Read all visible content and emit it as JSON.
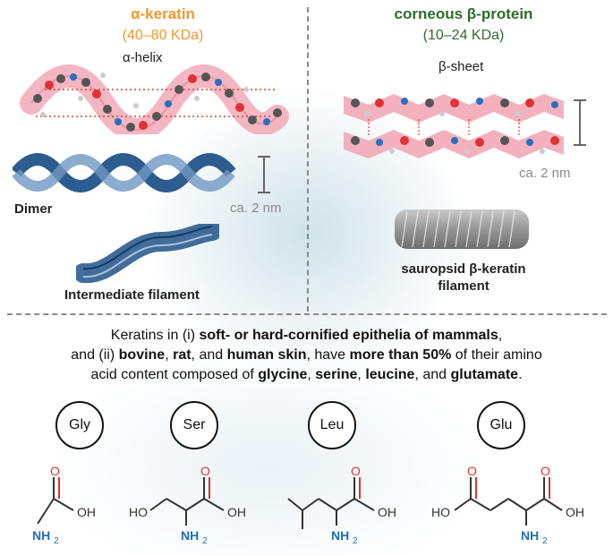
{
  "left": {
    "title": "α-keratin",
    "subtitle": "(40–80 KDa)",
    "helix_label": "α-helix",
    "dimer_label": "Dimer",
    "scale_label": "ca. 2 nm",
    "filament_label": "Intermediate filament"
  },
  "right": {
    "title": "corneous β-protein",
    "subtitle": "(10–24 KDa)",
    "sheet_label": "β-sheet",
    "scale_label": "ca. 2 nm",
    "filament_label_1": "sauropsid β-keratin",
    "filament_label_2": "filament"
  },
  "paragraph": {
    "l1_a": "Keratins in (i) ",
    "l1_b": "soft- or hard-cornified epithelia of mammals",
    "l1_c": ",",
    "l2_a": "and (ii) ",
    "l2_b": "bovine",
    "l2_c": ", ",
    "l2_d": "rat",
    "l2_e": ", and ",
    "l2_f": "human skin",
    "l2_g": ", have ",
    "l2_h": "more than 50%",
    "l2_i": " of their amino",
    "l3_a": "acid content composed of ",
    "l3_b": "glycine",
    "l3_c": ", ",
    "l3_d": "serine",
    "l3_e": ", ",
    "l3_f": "leucine",
    "l3_g": ", and ",
    "l3_h": "glutamate",
    "l3_i": "."
  },
  "amino_acids": [
    {
      "abbr": "Gly"
    },
    {
      "abbr": "Ser"
    },
    {
      "abbr": "Leu"
    },
    {
      "abbr": "Glu"
    }
  ],
  "structure_labels": {
    "oh": "OH",
    "ho": "HO",
    "o": "O",
    "nh": "NH",
    "sub2": "2"
  },
  "colors": {
    "alpha_accent": "#f0972e",
    "beta_accent": "#2f6b2c",
    "oxygen": "#e0342b",
    "nitrogen": "#1f6fb5",
    "ribbon_pink": "#f2a9b7",
    "ribbon_blue": "#2d5c8e"
  }
}
